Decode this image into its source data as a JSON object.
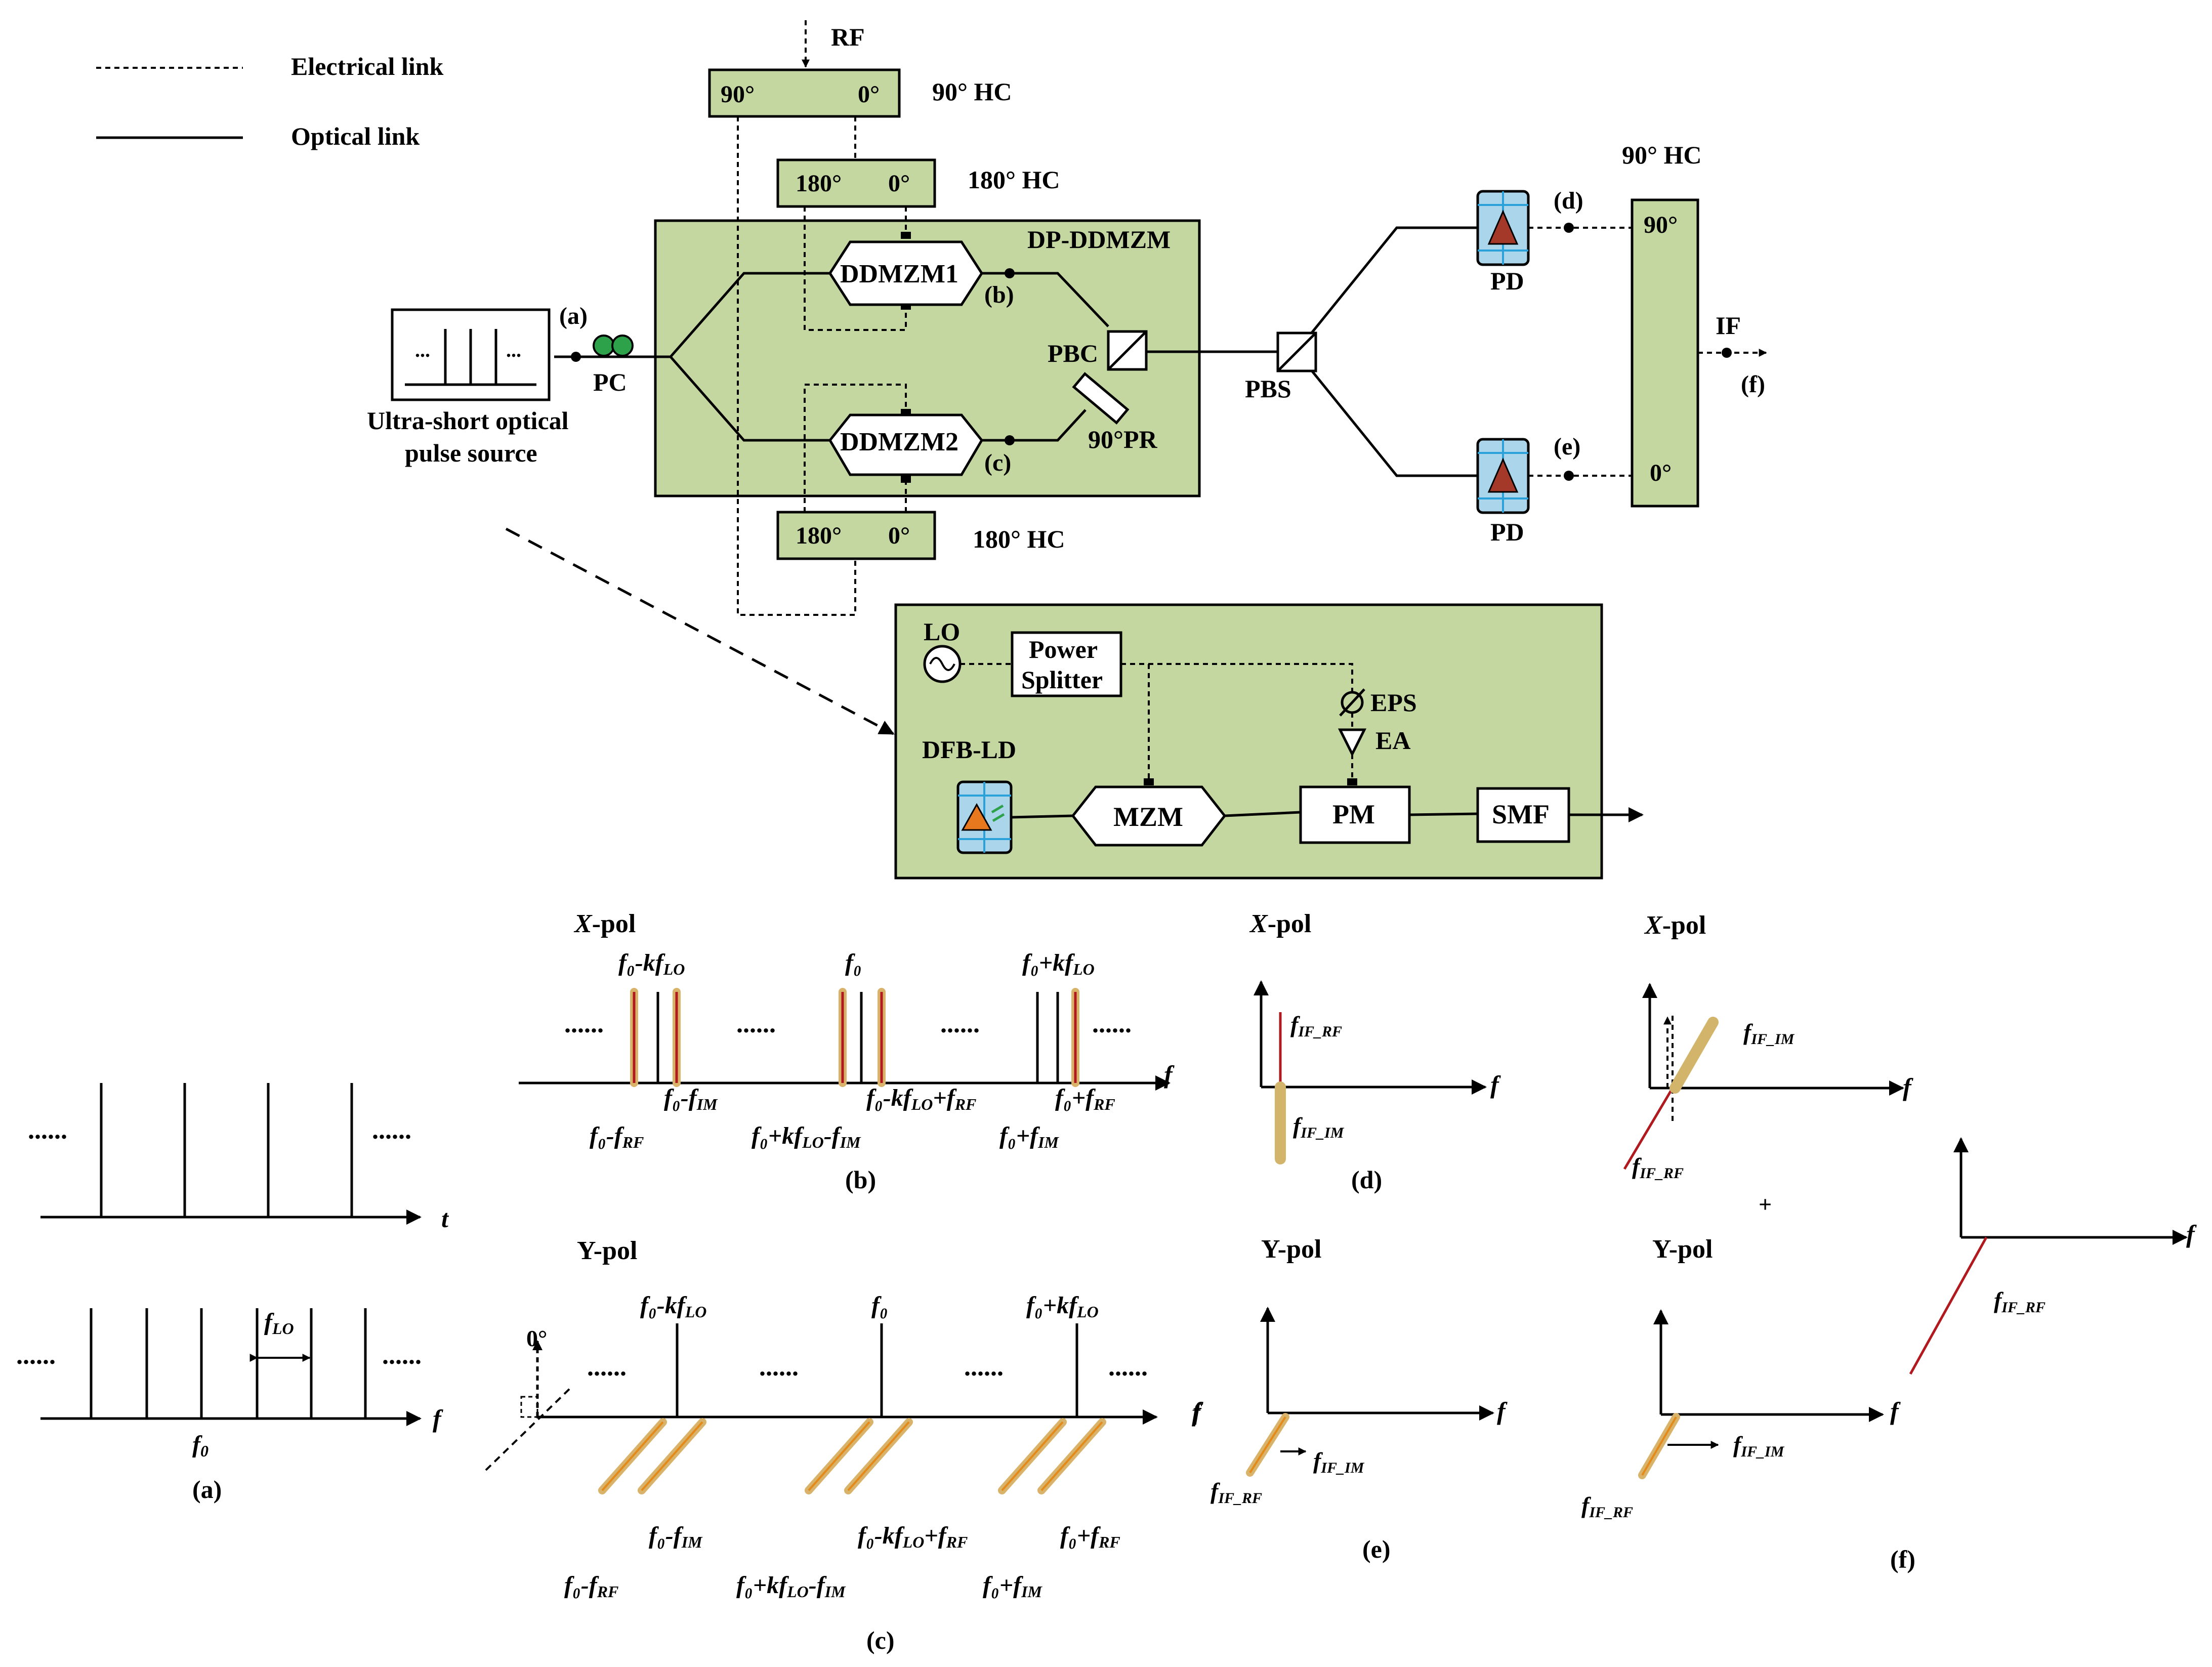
{
  "legend": {
    "electrical": "Electrical link",
    "optical": "Optical link"
  },
  "labels": {
    "rf": "RF",
    "hc90_top": "90° HC",
    "hc90_top_left": "90°",
    "hc90_top_right": "0°",
    "hc180_top": "180° HC",
    "hc180_top_left": "180°",
    "hc180_top_right": "0°",
    "hc180_bot": "180° HC",
    "hc180_bot_left": "180°",
    "hc180_bot_right": "0°",
    "dpddmzm": "DP-DDMZM",
    "ddmzm1": "DDMZM1",
    "ddmzm2": "DDMZM2",
    "pbc": "PBC",
    "pr": "90°PR",
    "pbs": "PBS",
    "pc": "PC",
    "pd1": "PD",
    "pd2": "PD",
    "hc90_right": "90° HC",
    "hc90_right_top": "90°",
    "hc90_right_bot": "0°",
    "if": "IF",
    "pt_a": "(a)",
    "pt_b": "(b)",
    "pt_c": "(c)",
    "pt_d": "(d)",
    "pt_e": "(e)",
    "pt_f": "(f)",
    "source_line1": "Ultra-short optical",
    "source_line2": "pulse source",
    "source_dots1": "...",
    "source_dots2": "...",
    "lo": "LO",
    "splitter1": "Power",
    "splitter2": "Splitter",
    "eps": "EPS",
    "ea": "EA",
    "dfb": "DFB-LD",
    "mzm": "MZM",
    "pm": "PM",
    "smf": "SMF"
  },
  "plots": {
    "a": {
      "caption": "(a)",
      "t": "t",
      "f": "f",
      "f0": "f",
      "f0_sub": "0",
      "flo": "f",
      "flo_sub": "LO",
      "dots": "......"
    },
    "b": {
      "title_x": "X",
      "title_rest": "-pol",
      "caption": "(b)",
      "f": "f",
      "dots": "......",
      "top1": "f₀-kf",
      "top1_sub": "LO",
      "top2": "f₀",
      "top3": "f₀+kf",
      "top3_sub": "LO",
      "l1": "f₀-f",
      "l1_sub": "IM",
      "l2": "f₀-kf",
      "l2_mid": "LO",
      "l2_end": "+f",
      "l2_sub": "RF",
      "l3": "f₀+f",
      "l3_sub": "RF",
      "l4": "f₀-f",
      "l4_sub": "RF",
      "l5": "f₀+kf",
      "l5_mid": "LO",
      "l5_end": "-f",
      "l5_sub": "IM",
      "l6": "f₀+f",
      "l6_sub": "IM"
    },
    "c": {
      "title": "Y-pol",
      "caption": "(c)",
      "f": "f",
      "dots": "......",
      "deg": "0°",
      "top1": "f₀-kf",
      "top1_sub": "LO",
      "top2": "f₀",
      "top3": "f₀+kf",
      "top3_sub": "LO",
      "l1": "f₀-f",
      "l1_sub": "IM",
      "l2": "f₀-kf",
      "l2_mid": "LO",
      "l2_end": "+f",
      "l2_sub": "RF",
      "l3": "f₀+f",
      "l3_sub": "RF",
      "l4": "f₀-f",
      "l4_sub": "RF",
      "l5": "f₀+kf",
      "l5_mid": "LO",
      "l5_end": "-f",
      "l5_sub": "IM",
      "l6": "f₀+f",
      "l6_sub": "IM"
    },
    "d": {
      "title_x": "X",
      "title_rest": "-pol",
      "caption": "(d)",
      "f": "f",
      "rf": "f",
      "rf_sub": "IF_RF",
      "im": "f",
      "im_sub": "IF_IM"
    },
    "e": {
      "title": "Y-pol",
      "caption": "(e)",
      "f": "f",
      "rf": "f",
      "rf_sub": "IF_RF",
      "im": "f",
      "im_sub": "IF_IM"
    },
    "f": {
      "title_x": "X",
      "title_rest": "-pol",
      "title_y": "Y-pol",
      "caption": "(f)",
      "f": "f",
      "plus": "+",
      "rf": "f",
      "rf_sub": "IF_RF",
      "im": "f",
      "im_sub": "IF_IM"
    }
  },
  "colors": {
    "panel": "#c5d7a1",
    "pd": "#aad5ea",
    "tan": "#d9b36a",
    "orange": "#e38a1a",
    "red": "#b0191e"
  }
}
